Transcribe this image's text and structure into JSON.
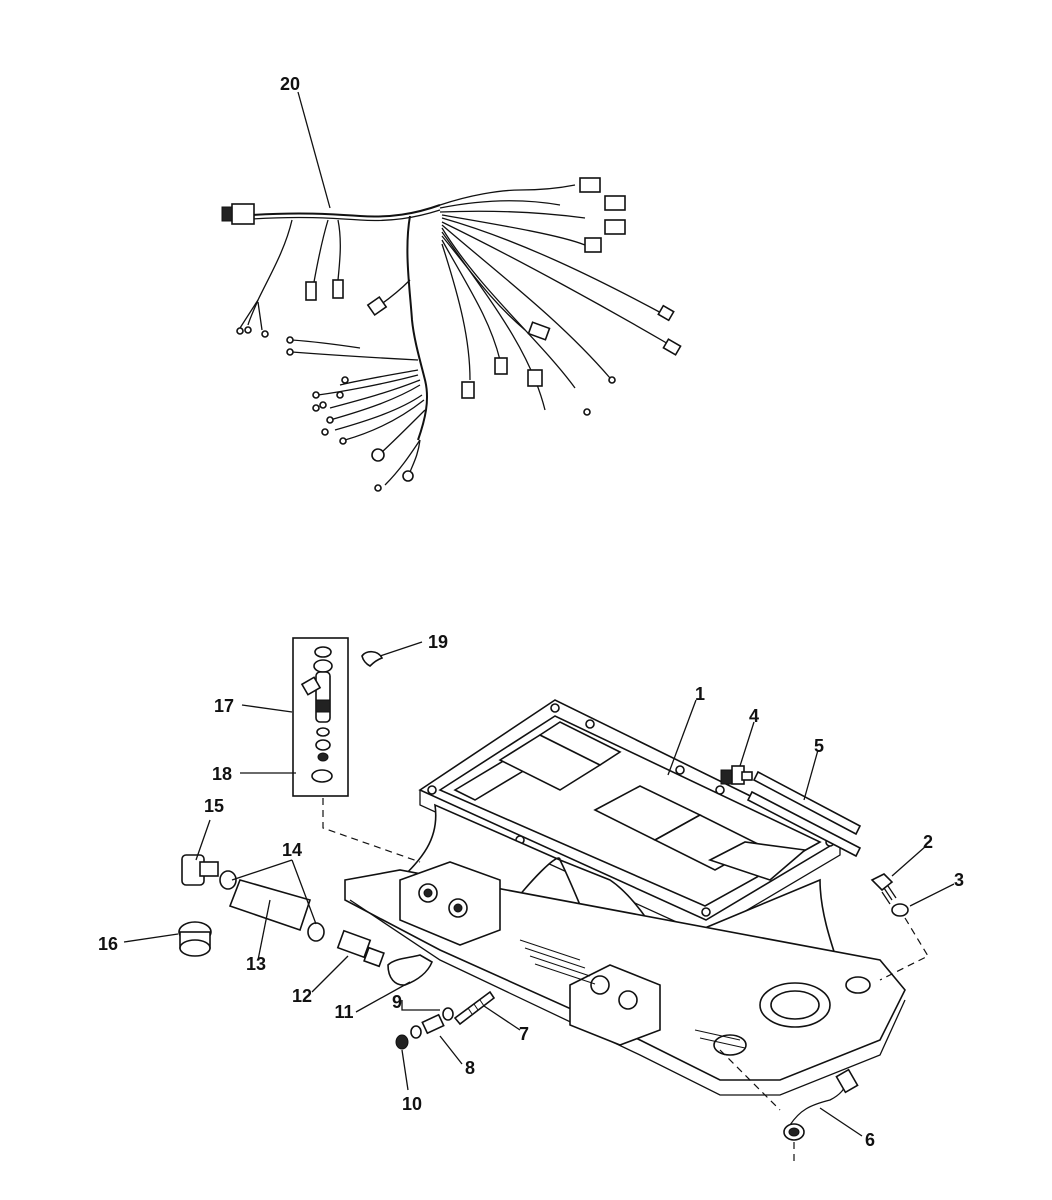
{
  "diagram": {
    "callouts": [
      {
        "id": "c1",
        "text": "1"
      },
      {
        "id": "c2",
        "text": "2"
      },
      {
        "id": "c3",
        "text": "3"
      },
      {
        "id": "c4",
        "text": "4"
      },
      {
        "id": "c5",
        "text": "5"
      },
      {
        "id": "c6",
        "text": "6"
      },
      {
        "id": "c7",
        "text": "7"
      },
      {
        "id": "c8",
        "text": "8"
      },
      {
        "id": "c9",
        "text": "9"
      },
      {
        "id": "c10",
        "text": "10"
      },
      {
        "id": "c11",
        "text": "11"
      },
      {
        "id": "c12",
        "text": "12"
      },
      {
        "id": "c13",
        "text": "13"
      },
      {
        "id": "c14",
        "text": "14"
      },
      {
        "id": "c15",
        "text": "15"
      },
      {
        "id": "c16",
        "text": "16"
      },
      {
        "id": "c17",
        "text": "17"
      },
      {
        "id": "c18",
        "text": "18"
      },
      {
        "id": "c19",
        "text": "19"
      },
      {
        "id": "c20",
        "text": "20"
      }
    ]
  }
}
